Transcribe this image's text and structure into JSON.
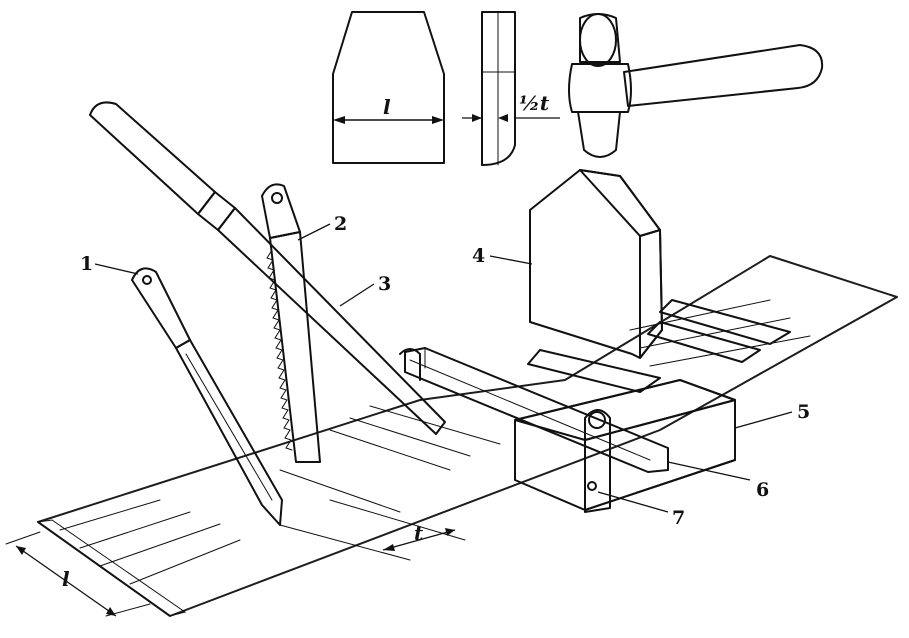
{
  "callouts": [
    {
      "id": "1",
      "text": "1"
    },
    {
      "id": "2",
      "text": "2"
    },
    {
      "id": "3",
      "text": "3"
    },
    {
      "id": "4",
      "text": "4"
    },
    {
      "id": "5",
      "text": "5"
    },
    {
      "id": "6",
      "text": "6"
    },
    {
      "id": "7",
      "text": "7"
    }
  ],
  "dimensions": {
    "l_top": "l",
    "half_t": "½t",
    "t": "t",
    "l_bottom": "l"
  },
  "colors": {
    "ink": "#111111",
    "paper": "#ffffff",
    "wood_dark": "#2a2a2a"
  }
}
